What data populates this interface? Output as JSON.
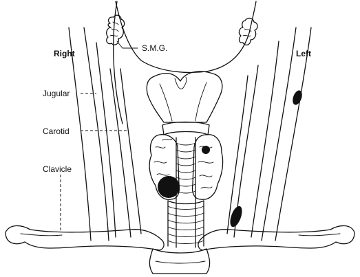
{
  "labels": {
    "right": "Right",
    "left": "Left",
    "smg": "S.M.G.",
    "jugular": "Jugular",
    "carotid": "Carotid",
    "clavicle": "Clavicle"
  },
  "colors": {
    "ink": "#111111",
    "background": "#ffffff"
  }
}
